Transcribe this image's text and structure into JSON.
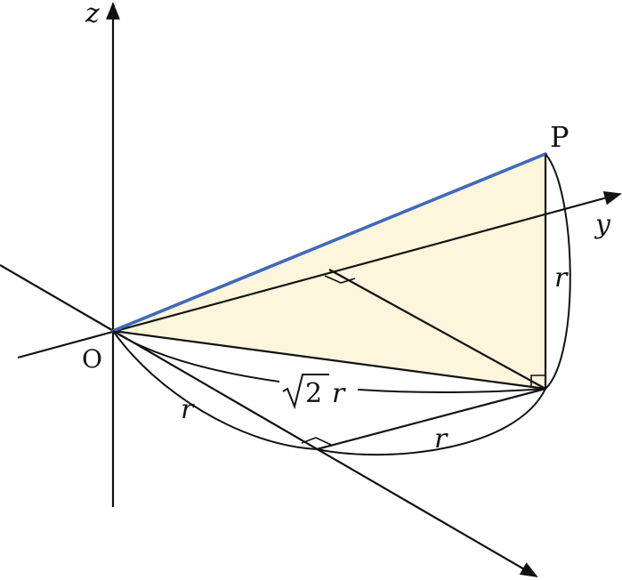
{
  "labels": {
    "z_axis": "z",
    "y_axis": "y",
    "origin": "O",
    "point_p": "P",
    "r_vertical": "r",
    "r_lower_left": "r",
    "r_lower_right": "r",
    "sqrt_two": "2",
    "sqrt_two_r": "r"
  },
  "colors": {
    "shaded_triangle": "#fdf5dc",
    "segment_op": "#4169b8",
    "lines": "#111111"
  }
}
